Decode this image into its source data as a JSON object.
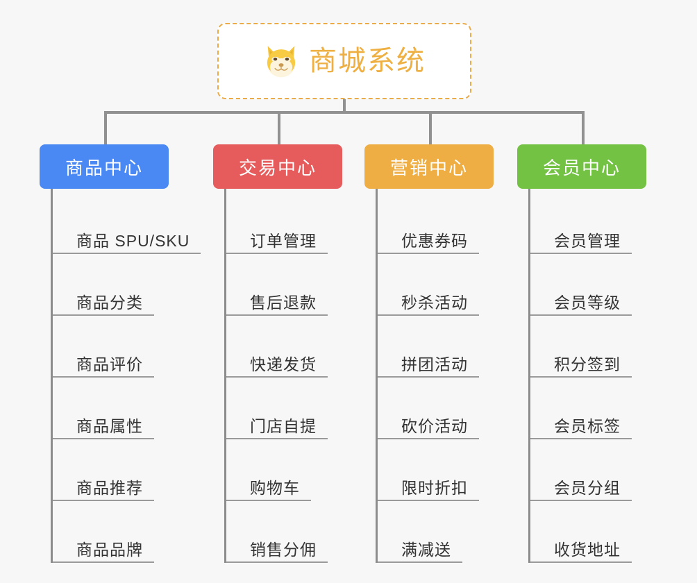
{
  "page": {
    "background_color": "#f7f7f7",
    "diagram_type": "org-tree",
    "connector_color": "#919191"
  },
  "root": {
    "title": "商城系统",
    "icon": "dog-face-icon",
    "text_color": "#eeb043",
    "border_color": "#eaab48",
    "background_color": "#ffffff"
  },
  "branches": [
    {
      "header": "商品中心",
      "color": "#4a89f3",
      "items": [
        "商品 SPU/SKU",
        "商品分类",
        "商品评价",
        "商品属性",
        "商品推荐",
        "商品品牌"
      ]
    },
    {
      "header": "交易中心",
      "color": "#e65c5c",
      "items": [
        "订单管理",
        "售后退款",
        "快递发货",
        "门店自提",
        "购物车",
        "销售分佣"
      ]
    },
    {
      "header": "营销中心",
      "color": "#eeae44",
      "items": [
        "优惠券码",
        "秒杀活动",
        "拼团活动",
        "砍价活动",
        "限时折扣",
        "满减送"
      ]
    },
    {
      "header": "会员中心",
      "color": "#73c243",
      "items": [
        "会员管理",
        "会员等级",
        "积分签到",
        "会员标签",
        "会员分组",
        "收货地址"
      ]
    }
  ]
}
